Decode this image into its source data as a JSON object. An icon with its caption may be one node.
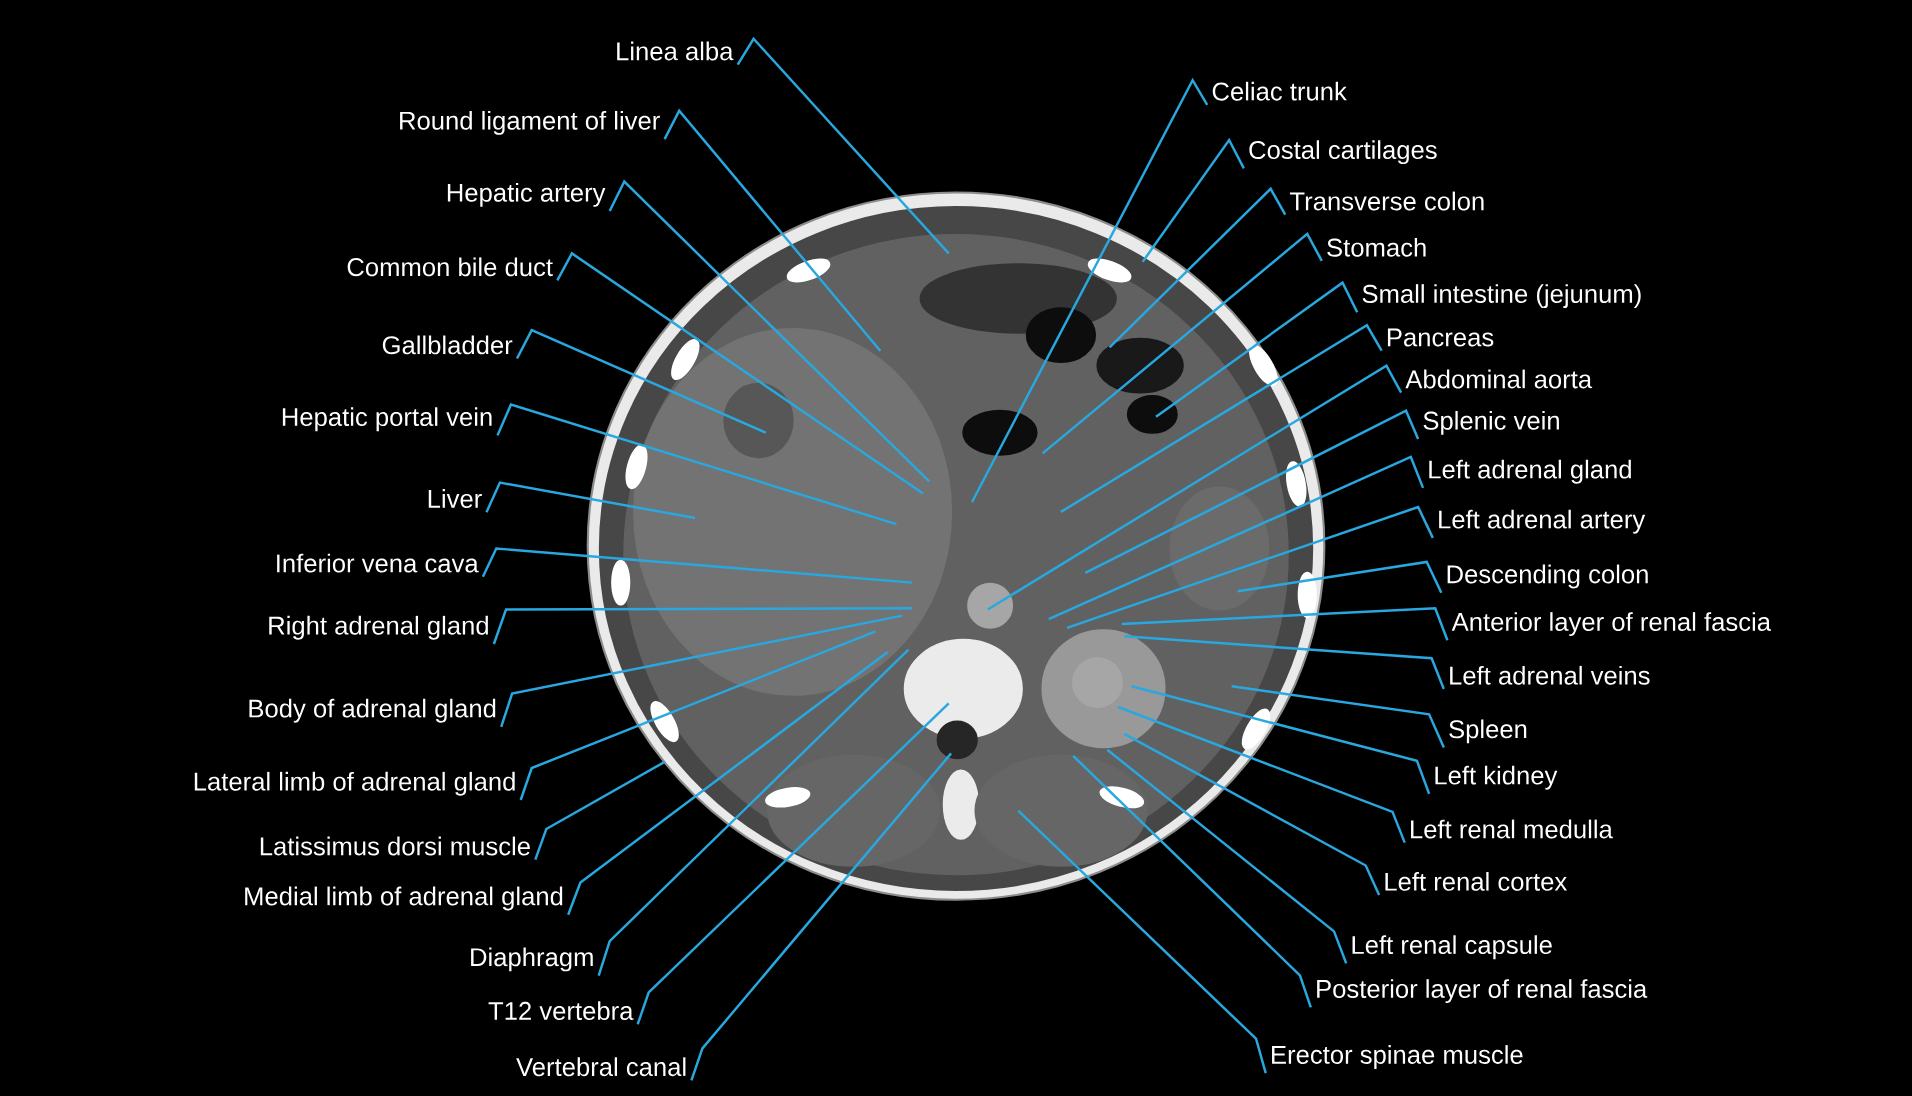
{
  "diagram": {
    "nodes": [
      {
        "text": [
          "Linea alba"
        ]
      },
      {
        "text": [
          "Round ligament of liver"
        ]
      },
      {
        "text": [
          "Hepatic artery"
        ]
      },
      {
        "text": [
          "Common bile duct"
        ]
      },
      {
        "text": [
          "Gallbladder"
        ]
      },
      {
        "text": [
          "Hepatic portal vein"
        ]
      },
      {
        "text": [
          "Liver"
        ]
      },
      {
        "text": [
          "Inferior vena cava"
        ]
      },
      {
        "text": [
          "Right adrenal gland"
        ]
      },
      {
        "text": [
          "Body of adrenal gland"
        ]
      },
      {
        "text": [
          "Lateral limb of adrenal gland"
        ]
      },
      {
        "text": [
          "Latissimus dorsi muscle"
        ]
      },
      {
        "text": [
          "Medial limb of adrenal gland"
        ]
      },
      {
        "text": [
          "Diaphragm"
        ]
      },
      {
        "text": [
          "T12 vertebra"
        ]
      },
      {
        "text": [
          "Vertebral canal"
        ]
      },
      {
        "text": [
          "Celiac trunk"
        ]
      },
      {
        "text": [
          "Costal cartilages"
        ]
      },
      {
        "text": [
          "Transverse colon"
        ]
      },
      {
        "text": [
          "Stomach"
        ]
      },
      {
        "text": [
          "Small intestine (jejunum)"
        ]
      },
      {
        "text": [
          "Pancreas"
        ]
      },
      {
        "text": [
          "Abdominal aorta"
        ]
      },
      {
        "text": [
          "Splenic vein"
        ]
      },
      {
        "text": [
          "Left adrenal gland"
        ]
      },
      {
        "text": [
          "Left adrenal artery"
        ]
      },
      {
        "text": [
          "Descending colon"
        ]
      },
      {
        "text": [
          "Anterior layer of renal fascia"
        ]
      },
      {
        "text": [
          "Left adrenal veins"
        ]
      },
      {
        "text": [
          "Spleen"
        ]
      },
      {
        "text": [
          "Left kidney"
        ]
      },
      {
        "text": [
          "Left renal medulla"
        ]
      },
      {
        "text": [
          "Left renal cortex"
        ]
      },
      {
        "text": [
          "Left renal capsule"
        ]
      },
      {
        "text": [
          "Posterior layer of renal fascia"
        ]
      },
      {
        "text": [
          "Erector spinae muscle"
        ]
      }
    ],
    "edges": [
      {
        "from": 0,
        "to": null,
        "arrow": "none"
      },
      {
        "from": 1,
        "to": null,
        "arrow": "none"
      },
      {
        "from": 2,
        "to": null,
        "arrow": "none"
      },
      {
        "from": 3,
        "to": null,
        "arrow": "none"
      },
      {
        "from": 4,
        "to": null,
        "arrow": "none"
      },
      {
        "from": 5,
        "to": null,
        "arrow": "none"
      },
      {
        "from": 6,
        "to": null,
        "arrow": "none"
      },
      {
        "from": 7,
        "to": null,
        "arrow": "none"
      },
      {
        "from": 8,
        "to": null,
        "arrow": "none"
      },
      {
        "from": 9,
        "to": null,
        "arrow": "none"
      },
      {
        "from": 10,
        "to": null,
        "arrow": "none"
      },
      {
        "from": 11,
        "to": null,
        "arrow": "none"
      },
      {
        "from": 12,
        "to": null,
        "arrow": "none"
      },
      {
        "from": 13,
        "to": null,
        "arrow": "none"
      },
      {
        "from": 14,
        "to": null,
        "arrow": "none"
      },
      {
        "from": 15,
        "to": null,
        "arrow": "none"
      },
      {
        "from": 16,
        "to": null,
        "arrow": "none"
      },
      {
        "from": 17,
        "to": null,
        "arrow": "none"
      },
      {
        "from": 18,
        "to": null,
        "arrow": "none"
      },
      {
        "from": 19,
        "to": null,
        "arrow": "none"
      },
      {
        "from": 20,
        "to": null,
        "arrow": "none"
      },
      {
        "from": 21,
        "to": null,
        "arrow": "none"
      },
      {
        "from": 22,
        "to": null,
        "arrow": "none"
      },
      {
        "from": 23,
        "to": null,
        "arrow": "none"
      },
      {
        "from": 24,
        "to": null,
        "arrow": "none"
      },
      {
        "from": 25,
        "to": null,
        "arrow": "none"
      },
      {
        "from": 26,
        "to": null,
        "arrow": "none"
      },
      {
        "from": 27,
        "to": null,
        "arrow": "none"
      },
      {
        "from": 28,
        "to": null,
        "arrow": "none"
      },
      {
        "from": 29,
        "to": null,
        "arrow": "none"
      },
      {
        "from": 30,
        "to": null,
        "arrow": "none"
      },
      {
        "from": 31,
        "to": null,
        "arrow": "none"
      },
      {
        "from": 32,
        "to": null,
        "arrow": "none"
      },
      {
        "from": 33,
        "to": null,
        "arrow": "none"
      },
      {
        "from": 34,
        "to": null,
        "arrow": "none"
      },
      {
        "from": 35,
        "to": null,
        "arrow": "none"
      }
    ]
  }
}
